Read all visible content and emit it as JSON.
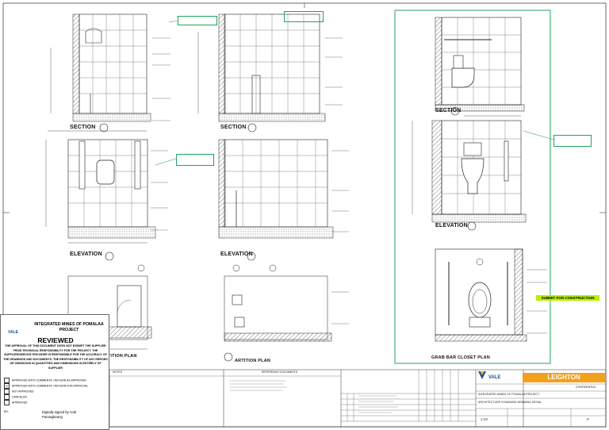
{
  "views": {
    "section_1": "SECTION",
    "section_2": "SECTION",
    "section_3": "SECTION",
    "elevation_1": "ELEVATION",
    "elevation_2": "ELEVATION",
    "elevation_3": "ELEVATION",
    "partition_plan": "PARTITION PLAN",
    "partition_plan_2": "ARTITION PLAN",
    "grab_bar_plan": "GRAB BAR CLOSET PLAN"
  },
  "stamp": {
    "project": "INTEGRATED MINES OF POMALAA PROJECT",
    "logo": "VALE",
    "status": "REVIEWED",
    "disclaimer": "THE APPROVAL OF THIS DOCUMENT DOES NOT EXEMPT THE SUPPLIER FROM TECHNICAL RESPONSIBILITY FOR THE PROJECT. THE SUPPLIER/SERVICE PROVIDER IS RESPONSIBLE FOR THE ACCURACY OF THE DRAWINGS AND DOCUMENTS. THE RESPONSIBILITY OF ANY ERRORS OR OMISSIONS IN QUANTITIES AND DIMENSIONS IS ENTIRELY OF SUPPLIER",
    "options": [
      {
        "mark": "",
        "label": "APPROVED WITH COMMENTS / RETURN AS APPROVED"
      },
      {
        "mark": "X",
        "label": "APPROVED WITH COMMENTS / RETURN FOR APPROVAL"
      },
      {
        "mark": "",
        "label": "NOT APPROVED"
      },
      {
        "mark": "",
        "label": "CANCELED"
      },
      {
        "mark": "",
        "label": "APPROVED"
      }
    ],
    "by_label": "BY:",
    "signature_line1": "Digitally signed by Andi",
    "signature_line2": "Panangkeang"
  },
  "title_block": {
    "notes_label": "NOTES",
    "reference_label": "REFERENCE DOCUMENTS",
    "contractor": "LEIGHTON",
    "client_logo": "VALE",
    "project_short": "INTEGRATED MINES OF POMALAA PROJECT",
    "discipline": "ARCHITECTURE STANDARD DRAWING DETAIL",
    "scale": "1:10",
    "revision": "0",
    "confidential": "CONFIDENTIAL"
  },
  "highlight_text": "SUBMIT FOR CONSTRUCTION"
}
